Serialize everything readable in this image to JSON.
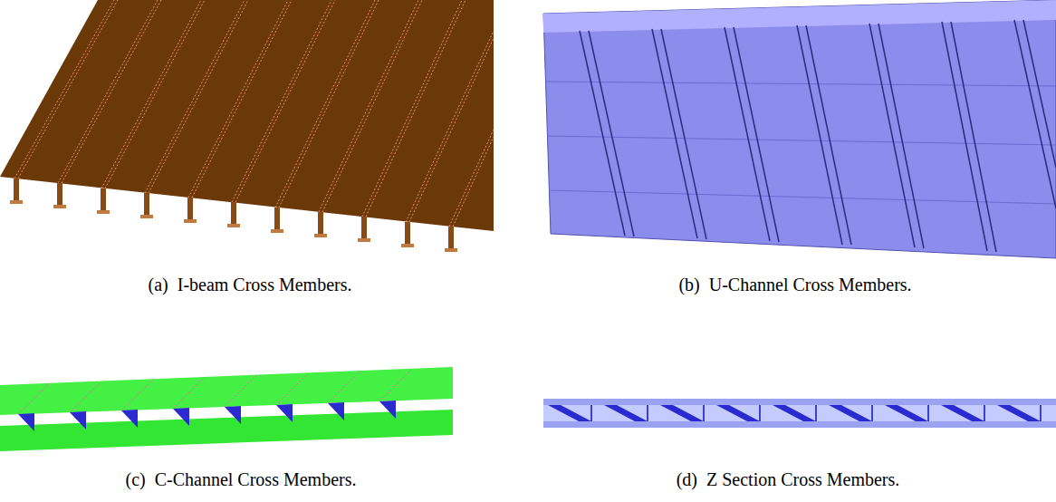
{
  "diagram": {
    "labels": [
      "(a)  I-beam Cross Members.",
      "(b)  U-Channel Cross Members.",
      "(c)  C-Channel Cross Members.",
      "(d)  Z Section Cross Members."
    ]
  }
}
